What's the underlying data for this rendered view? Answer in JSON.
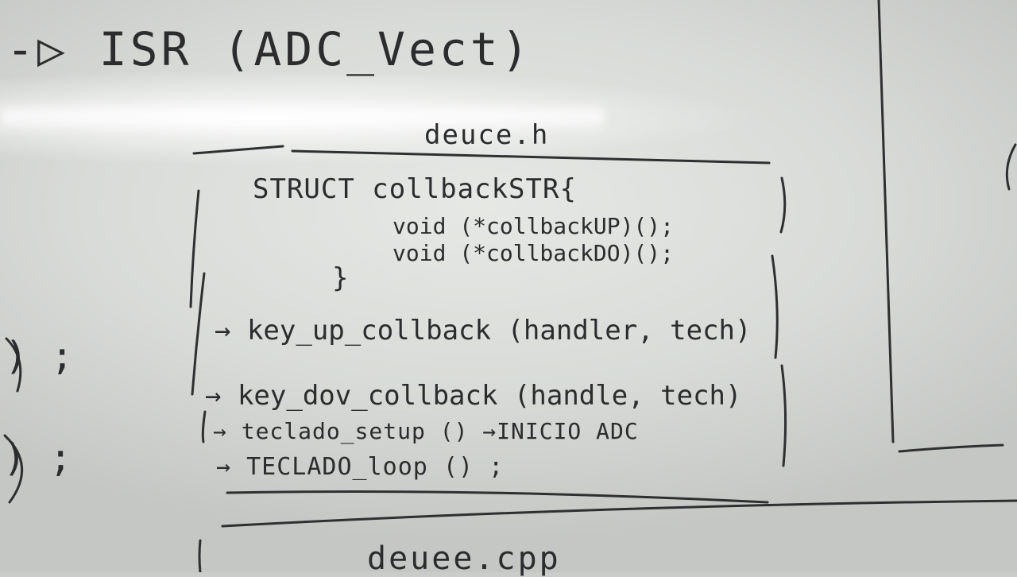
{
  "whiteboard": {
    "title": "-▷ ISR (ADC_Vect)",
    "sheet_label": "deuce.h",
    "code": {
      "struct_line": "STRUCT collbackSTR{",
      "member_1": "void (*collbackUP)();",
      "member_2": "void (*collbackDO)();",
      "closing": "}"
    },
    "calls": [
      "→ key_up_collback (handler, tech)",
      "→ key_dov_collback (handle, tech)",
      "→ teclado_setup () →INICIO ADC",
      "→ TECLADO_loop () ;"
    ],
    "left_edge_marks": [
      ") ;",
      ") ;"
    ],
    "bottom_label": "deuee.cpp"
  }
}
